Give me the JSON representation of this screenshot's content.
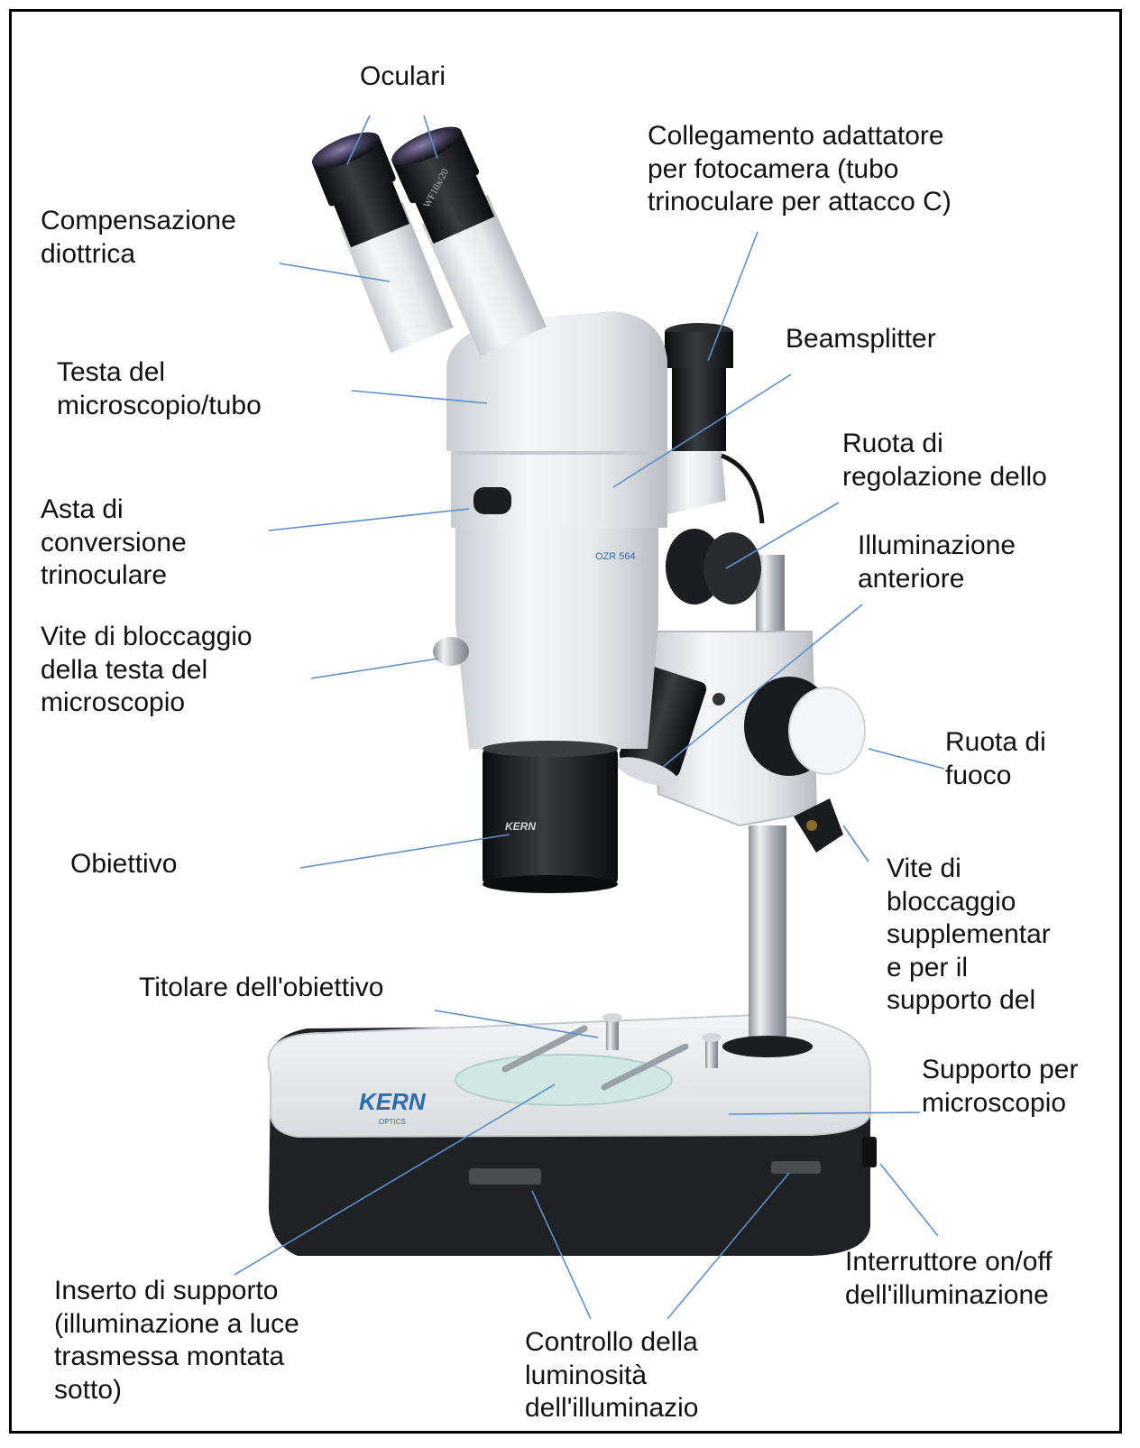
{
  "labels": {
    "oculari": "Oculari",
    "collegamento": "Collegamento adattatore\nper fotocamera (tubo\ntrinoculare per attacco C)",
    "compensazione": "Compensazione\ndiottrica",
    "testa": "Testa del\nmicroscopio/tubo",
    "beamsplitter": "Beamsplitter",
    "ruota_regolazione": "Ruota di\nregolazione dello",
    "asta": "Asta di\nconversione\ntrinoculare",
    "illuminazione_anteriore": "Illuminazione\nanteriore",
    "vite_testa": "Vite di bloccaggio\ndella testa del\nmicroscopio",
    "ruota_fuoco": "Ruota di\nfuoco",
    "obiettivo": "Obiettivo",
    "vite_supplementare": "Vite di\nbloccaggio\nsupplementar\ne per il\nsupporto del",
    "titolare": "Titolare dell'obiettivo",
    "supporto": "Supporto per\nmicroscopio",
    "interruttore": "Interruttore on/off\ndell'illuminazione",
    "inserto": "Inserto di supporto\n(illuminazione a luce\ntrasmessa montata\nsotto)",
    "controllo": "Controllo della\nluminosità\ndell'illuminazio"
  },
  "product": {
    "brand": "KERN",
    "brand_sub": "OPTICS",
    "model": "OZR 564",
    "eyepiece_text": "WF10x/20"
  },
  "colors": {
    "leader": "#5b8fd0",
    "body": "#eceef1",
    "body_shade": "#cfd3d8",
    "black": "#1c1d20",
    "brand_blue": "#2a6db5"
  }
}
